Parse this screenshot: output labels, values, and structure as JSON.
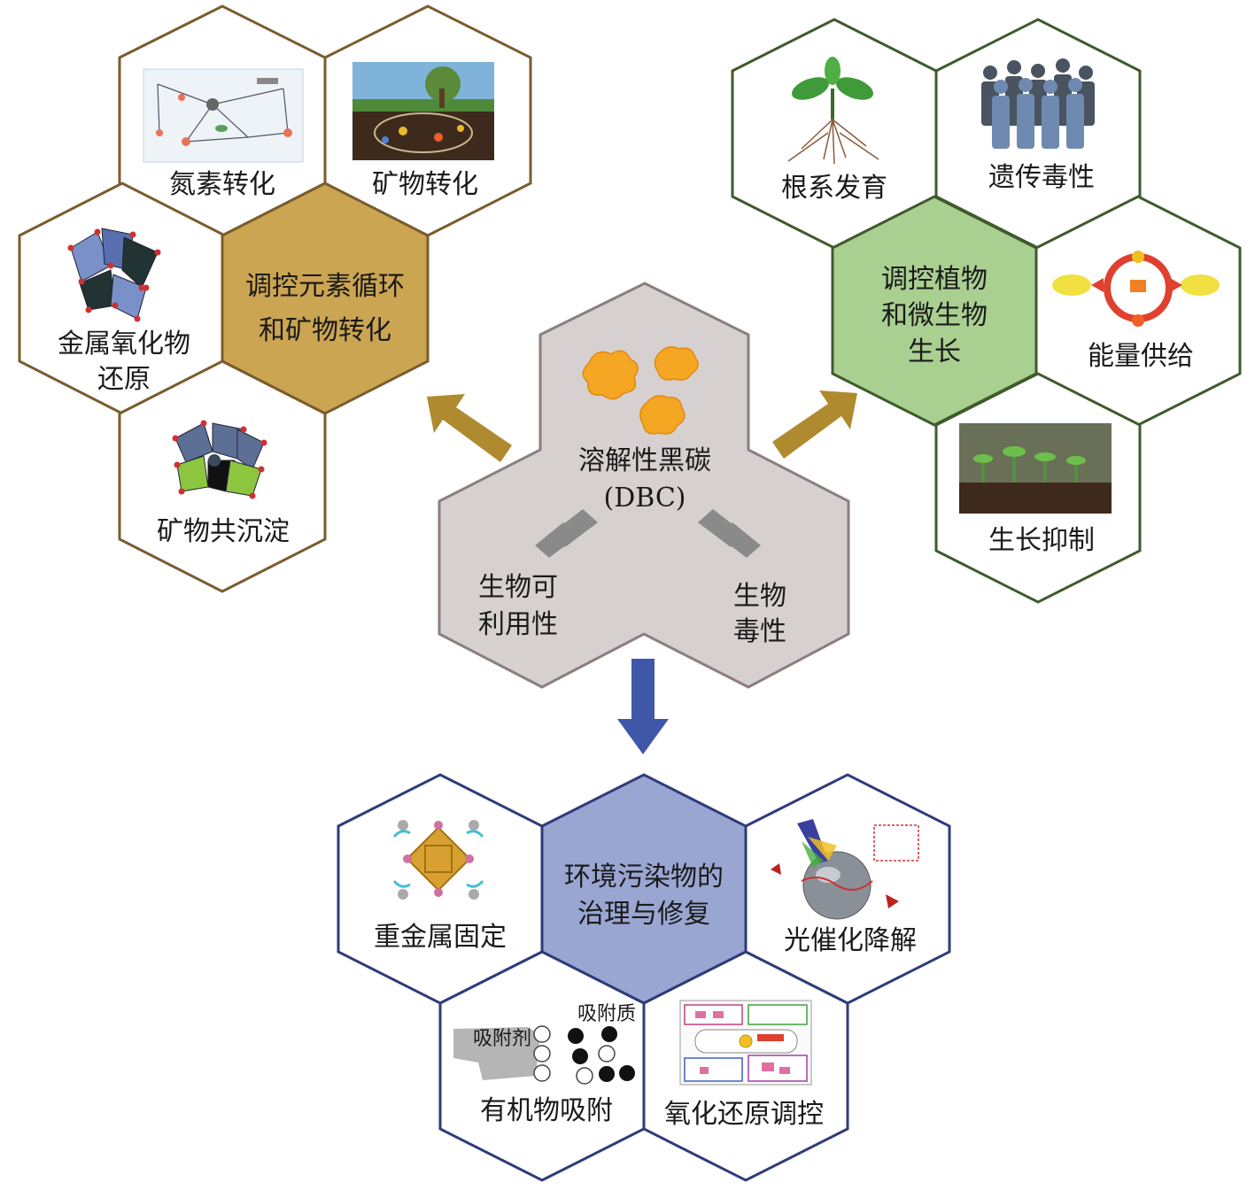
{
  "center": {
    "title": "溶解性黑碳",
    "abbr": "(DBC)",
    "left_branch": [
      "生物可",
      "利用性"
    ],
    "right_branch": [
      "生物",
      "毒性"
    ],
    "colors": {
      "fill": "#d6d1d0",
      "stroke": "#8a7f7d",
      "particles": "#f5a623"
    }
  },
  "cluster_left": {
    "core": [
      "调控元素循环",
      "和矿物转化"
    ],
    "cells": {
      "nitrogen": "氮素转化",
      "mineral": "矿物转化",
      "metal_oxide": [
        "金属氧化物",
        "还原"
      ],
      "coprecip": "矿物共沉淀"
    },
    "colors": {
      "core": "#cca552",
      "stroke": "#7a5c2e",
      "arrow": "#b08a2e"
    }
  },
  "cluster_right": {
    "core": [
      "调控植物",
      "和微生物",
      "生长"
    ],
    "cells": {
      "root": "根系发育",
      "genetic": "遗传毒性",
      "energy": "能量供给",
      "inhibit": "生长抑制"
    },
    "colors": {
      "core": "#a9cf91",
      "stroke": "#3f5a2c",
      "arrow": "#b08a2e"
    }
  },
  "cluster_bottom": {
    "core": [
      "环境污染物的",
      "治理与修复"
    ],
    "cells": {
      "heavy_metal": "重金属固定",
      "photo": "光催化降解",
      "organic": "有机物吸附",
      "redox": "氧化还原调控"
    },
    "organic_labels": {
      "adsorbent": "吸附剂",
      "adsorbate": "吸附质"
    },
    "colors": {
      "core": "#9aa6d2",
      "stroke": "#2e3c7a",
      "arrow": "#3f57a8"
    }
  }
}
